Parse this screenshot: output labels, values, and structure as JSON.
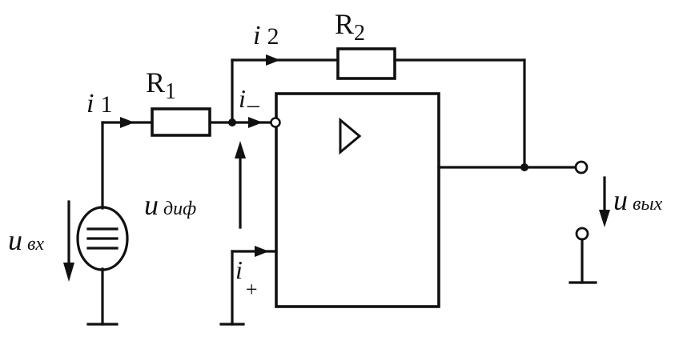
{
  "labels": {
    "i1": "i",
    "i1_sub": "1",
    "i2": "i",
    "i2_sub": "2",
    "iminus": "i",
    "iminus_sub": "–",
    "iplus": "i",
    "iplus_sub": "+",
    "r1": "R",
    "r1_sub": "1",
    "r2": "R",
    "r2_sub": "2",
    "u_in": "u",
    "u_in_sub": "вх",
    "u_diff": "u",
    "u_diff_sub": "диф",
    "u_out": "u",
    "u_out_sub": "вых"
  }
}
